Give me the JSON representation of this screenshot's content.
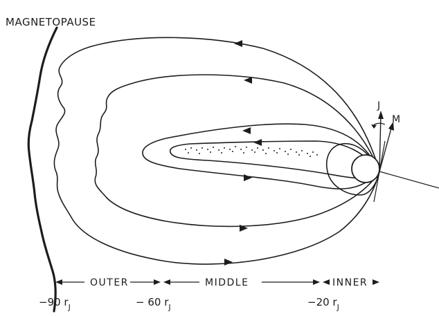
{
  "title": "MAGNETOPAUSE",
  "regions": {
    "outer": "OUTER",
    "middle": "MIDDLE",
    "inner": "INNER"
  },
  "distances": {
    "d90": {
      "prefix": "−90 r",
      "sub": "J"
    },
    "d60": {
      "prefix": "− 60 r",
      "sub": "J"
    },
    "d20": {
      "prefix": "−20 r",
      "sub": "J"
    }
  },
  "axes": {
    "spin": "J",
    "magnetic": "M"
  }
}
